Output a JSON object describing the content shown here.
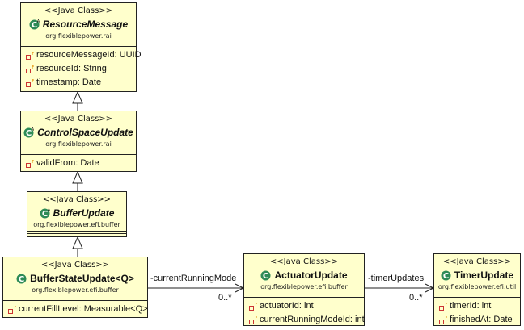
{
  "colors": {
    "box_fill": "#ffffcc",
    "border": "#222222",
    "class_icon": "#2e8b57",
    "field_icon_red": "#cc3333",
    "field_icon_orange": "#e08a00"
  },
  "classes": {
    "resource_message": {
      "stereotype": "<<Java Class>>",
      "name": "ResourceMessage",
      "package": "org.flexiblepower.rai",
      "attributes": [
        "resourceMessageId: UUID",
        "resourceId: String",
        "timestamp: Date"
      ]
    },
    "control_space_update": {
      "stereotype": "<<Java Class>>",
      "name": "ControlSpaceUpdate",
      "package": "org.flexiblepower.rai",
      "attributes": [
        "validFrom: Date"
      ]
    },
    "buffer_update": {
      "stereotype": "<<Java Class>>",
      "name": "BufferUpdate",
      "package": "org.flexiblepower.efi.buffer",
      "attributes": []
    },
    "buffer_state_update": {
      "stereotype": "<<Java Class>>",
      "name": "BufferStateUpdate<Q>",
      "package": "org.flexiblepower.efi.buffer",
      "attributes": [
        "currentFillLevel: Measurable<Q>"
      ]
    },
    "actuator_update": {
      "stereotype": "<<Java Class>>",
      "name": "ActuatorUpdate",
      "package": "org.flexiblepower.efi.buffer",
      "attributes": [
        "actuatorId: int",
        "currentRunningModeId: int"
      ]
    },
    "timer_update": {
      "stereotype": "<<Java Class>>",
      "name": "TimerUpdate",
      "package": "org.flexiblepower.efi.util",
      "attributes": [
        "timerId: int",
        "finishedAt: Date"
      ]
    }
  },
  "associations": {
    "current_running_mode": {
      "role": "-currentRunningMode",
      "multiplicity": "0..*"
    },
    "timer_updates": {
      "role": "-timerUpdates",
      "multiplicity": "0..*"
    }
  }
}
